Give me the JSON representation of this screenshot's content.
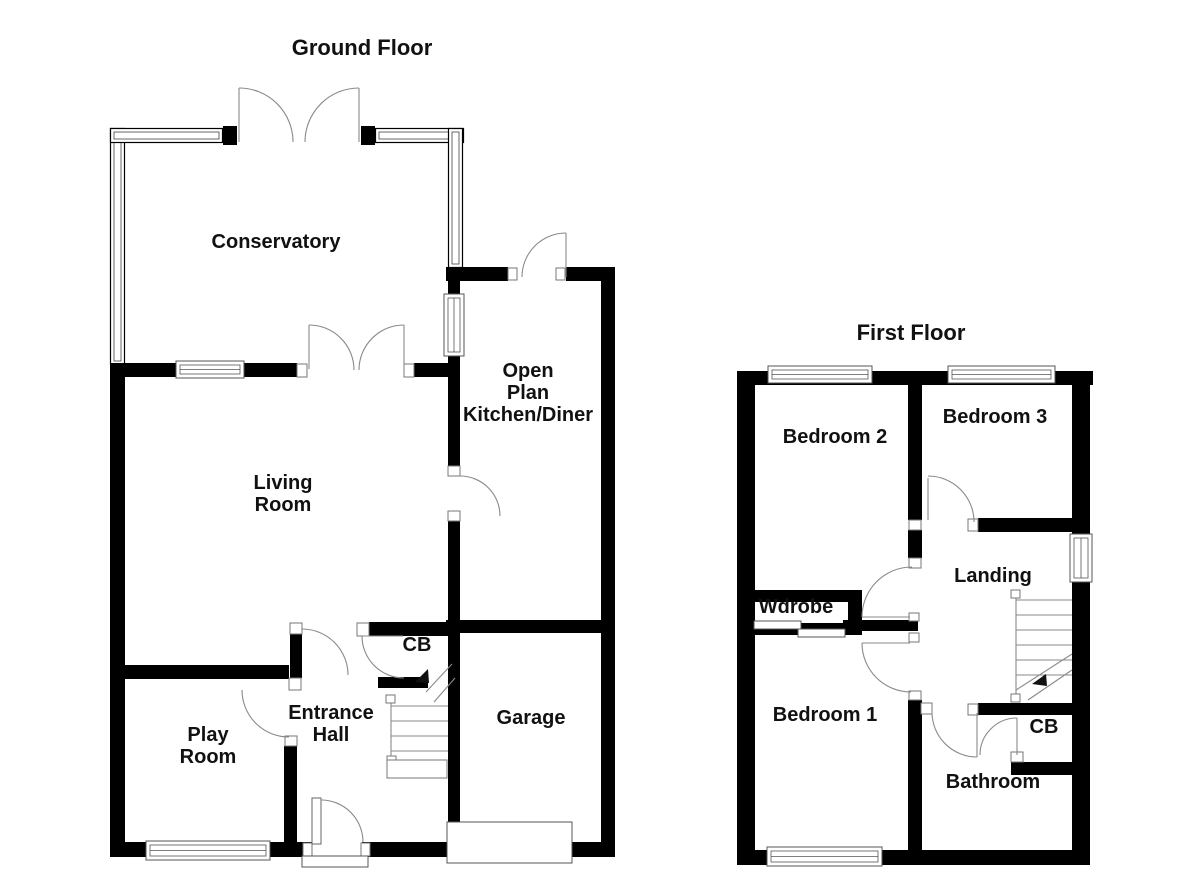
{
  "colors": {
    "wall": "#000000",
    "thin_line": "#8a8a8a",
    "background": "#ffffff",
    "text": "#111111"
  },
  "ground_floor": {
    "title": "Ground Floor",
    "rooms": {
      "conservatory": {
        "label": "Conservatory"
      },
      "living_room": {
        "line1": "Living",
        "line2": "Room"
      },
      "kitchen": {
        "line1": "Open",
        "line2": "Plan",
        "line3": "Kitchen/Diner"
      },
      "play_room": {
        "line1": "Play",
        "line2": "Room"
      },
      "entrance_hall": {
        "line1": "Entrance",
        "line2": "Hall"
      },
      "cupboard": {
        "label": "CB"
      },
      "garage": {
        "label": "Garage"
      }
    }
  },
  "first_floor": {
    "title": "First Floor",
    "rooms": {
      "bedroom2": {
        "label": "Bedroom 2"
      },
      "bedroom3": {
        "label": "Bedroom 3"
      },
      "landing": {
        "label": "Landing"
      },
      "wardrobe": {
        "label": "Wdrobe"
      },
      "bedroom1": {
        "label": "Bedroom 1"
      },
      "cupboard": {
        "label": "CB"
      },
      "bathroom": {
        "label": "Bathroom"
      }
    }
  }
}
